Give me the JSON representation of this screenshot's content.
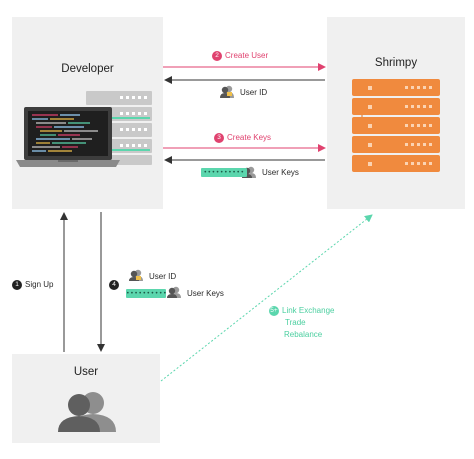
{
  "developer": {
    "title": "Developer"
  },
  "shrimpy": {
    "title": "Shrimpy"
  },
  "user": {
    "title": "User"
  },
  "steps": {
    "create_user": {
      "num": "2",
      "label": "Create User"
    },
    "user_id_return": {
      "label": "User ID"
    },
    "create_keys": {
      "num": "3",
      "label": "Create Keys"
    },
    "user_keys_return": {
      "label": "User Keys",
      "key_text": "••••••••••"
    },
    "sign_up": {
      "num": "1",
      "label": "Sign Up"
    },
    "deliver": {
      "num": "4",
      "user_id_label": "User ID",
      "user_keys_label": "User Keys",
      "key_text": "••••••••••"
    },
    "actions": {
      "num": "5+",
      "items": [
        "Link Exchange",
        "Trade",
        "Rebalance"
      ]
    }
  },
  "colors": {
    "pink": "#e0426f",
    "green": "#5bd6ad",
    "orange": "#f08a3e",
    "dark": "#333333",
    "panel": "#f0f0f0"
  }
}
